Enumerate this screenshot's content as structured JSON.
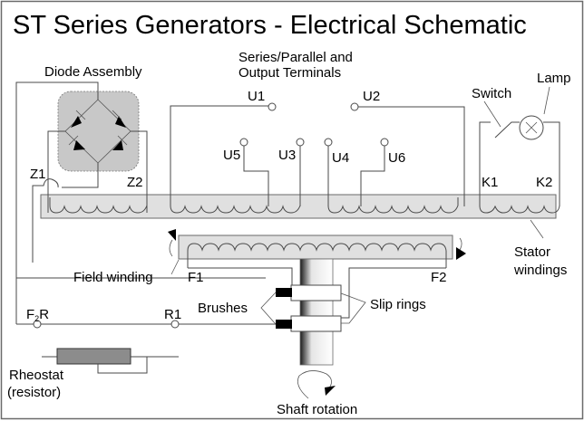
{
  "title": "ST Series Generators - Electrical Schematic",
  "labels": {
    "diode_assembly": "Diode Assembly",
    "terminals_line1": "Series/Parallel and",
    "terminals_line2": "Output Terminals",
    "switch": "Switch",
    "lamp": "Lamp",
    "field_winding": "Field winding",
    "stator_line1": "Stator",
    "stator_line2": "windings",
    "brushes": "Brushes",
    "slip_rings": "Slip rings",
    "rheostat_line1": "Rheostat",
    "rheostat_line2": "(resistor)",
    "shaft_rotation": "Shaft rotation"
  },
  "terminals": {
    "U1": "U1",
    "U2": "U2",
    "U3": "U3",
    "U4": "U4",
    "U5": "U5",
    "U6": "U6",
    "Z1": "Z1",
    "Z2": "Z2",
    "K1": "K1",
    "K2": "K2",
    "F1": "F1",
    "F2": "F2",
    "R1": "R1",
    "F2R_main": "F",
    "F2R_sub": "2",
    "F2R_end": "R"
  },
  "colors": {
    "stator_fill": "#e0e0e0",
    "diode_box_fill": "#c8c8c8",
    "rheostat_fill": "#8c8c8c",
    "brush_fill": "#000000",
    "wire": "#4a4a4a"
  }
}
